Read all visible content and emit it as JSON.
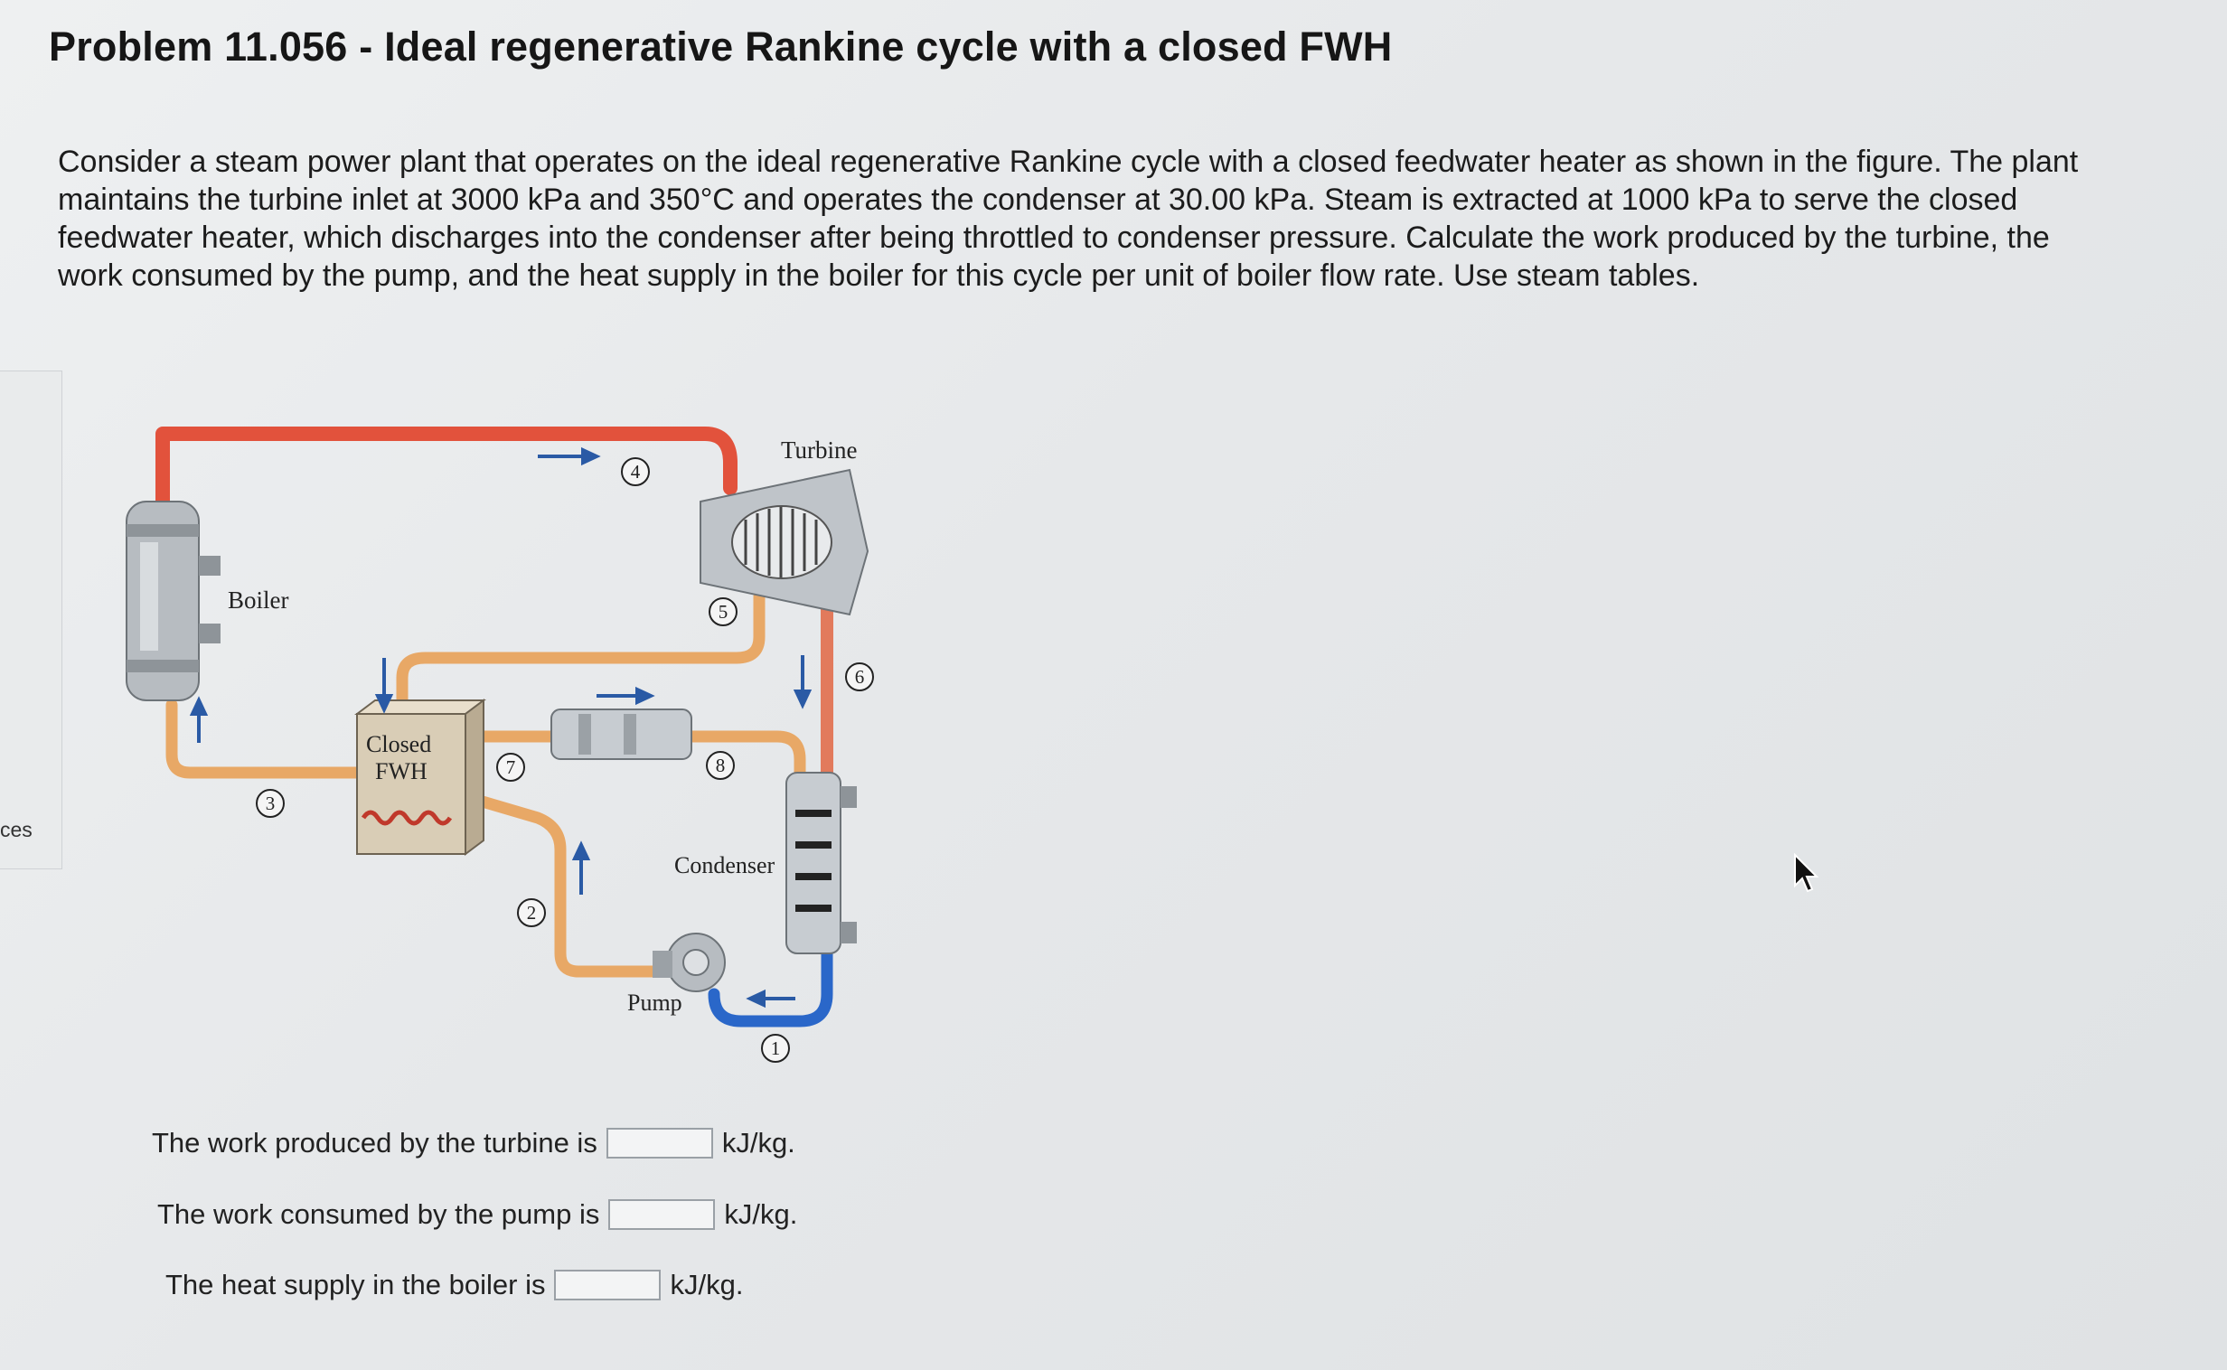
{
  "problem": {
    "title": "Problem 11.056 - Ideal regenerative Rankine cycle with a closed FWH",
    "text": "Consider a steam power plant that operates on the ideal regenerative Rankine cycle with a closed feedwater heater as shown in the figure. The plant maintains the turbine inlet at 3000 kPa and 350°C and operates the condenser at 30.00 kPa. Steam is extracted at 1000 kPa to serve the closed feedwater heater, which discharges into the condenser after being throttled to condenser pressure. Calculate the work produced by the turbine, the work consumed by the pump, and the heat supply in the boiler for this cycle per unit of boiler flow rate. Use steam tables."
  },
  "sidebar": {
    "label": "ces"
  },
  "diagram": {
    "labels": {
      "turbine": "Turbine",
      "boiler": "Boiler",
      "closed_fwh_line1": "Closed",
      "closed_fwh_line2": "FWH",
      "condenser": "Condenser",
      "pump": "Pump"
    },
    "states": [
      "1",
      "2",
      "3",
      "4",
      "5",
      "6",
      "7",
      "8"
    ],
    "colors": {
      "hot_steam": "#e2523c",
      "warm_liquid": "#e8a866",
      "cold_liquid": "#2a67c9"
    }
  },
  "answers": [
    {
      "prefix": "The work produced by the turbine is",
      "value": "",
      "unit": "kJ/kg."
    },
    {
      "prefix": "The work consumed by the pump is",
      "value": "",
      "unit": "kJ/kg."
    },
    {
      "prefix": "The heat supply in the boiler is",
      "value": "",
      "unit": "kJ/kg."
    }
  ]
}
